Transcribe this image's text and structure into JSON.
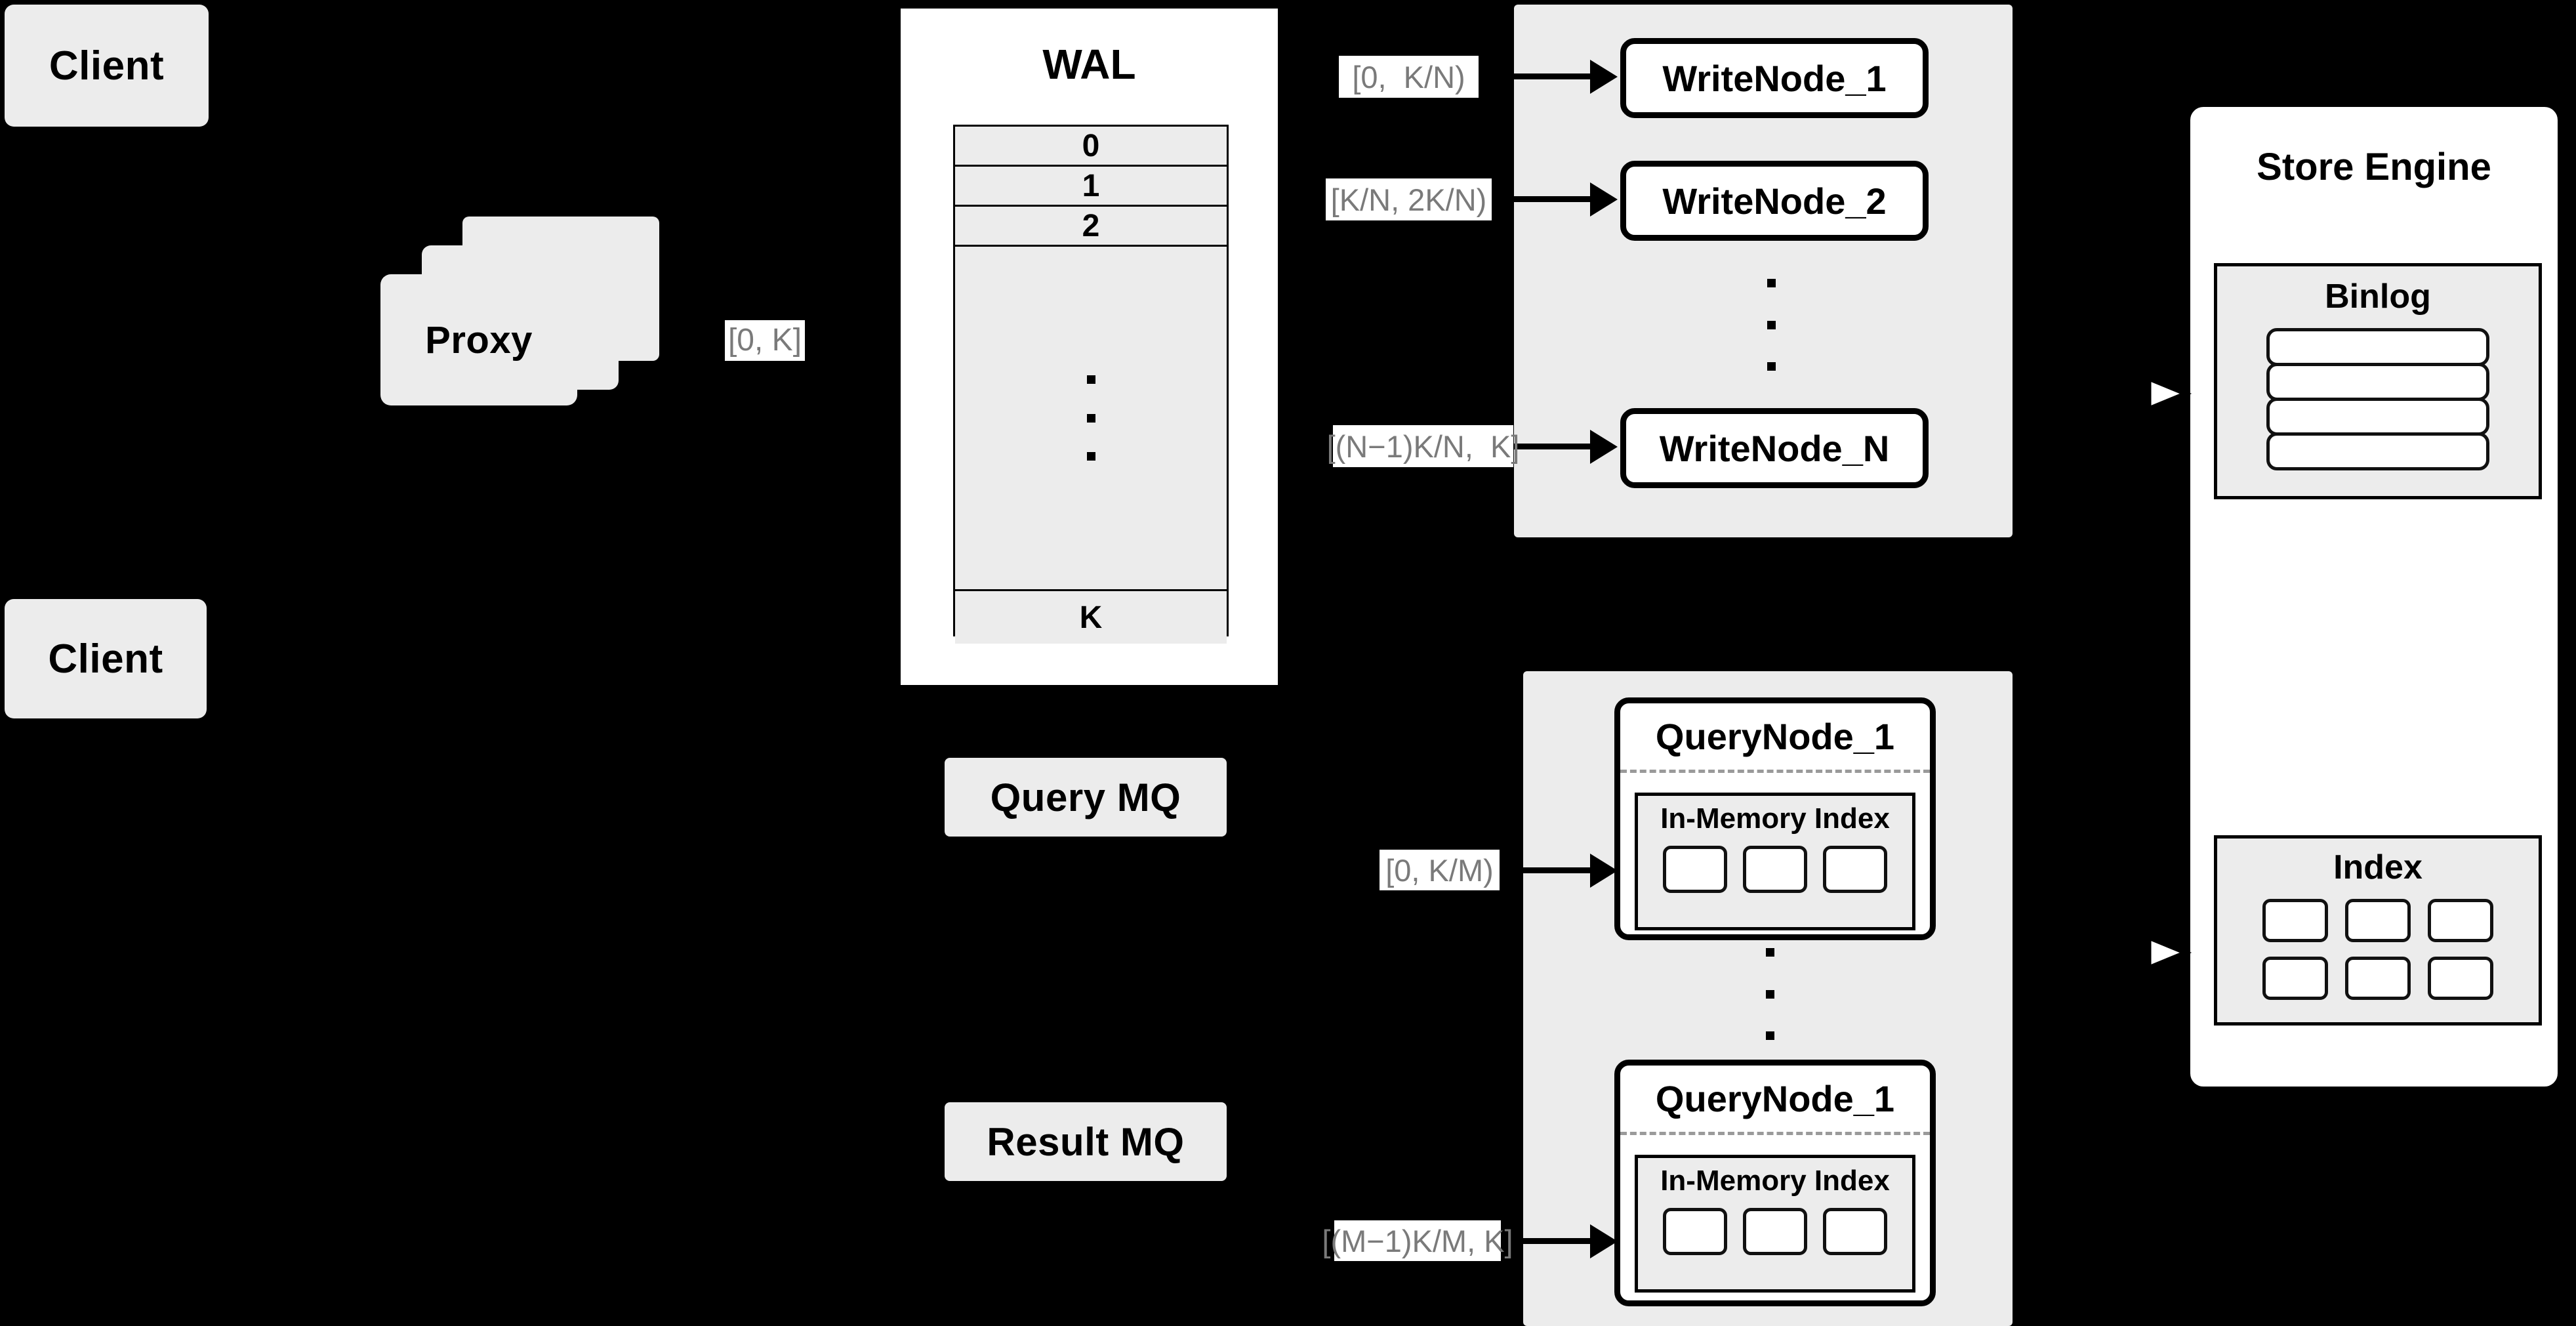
{
  "diagram": {
    "title": "Distributed write/query architecture",
    "background_color": "#000000",
    "node_fill": "#ececec",
    "panel_fill": "#ffffff",
    "stroke": "#000000",
    "label_text_color": "#7a7a7a"
  },
  "clients": [
    {
      "label": "Client"
    },
    {
      "label": "Client"
    }
  ],
  "proxy": {
    "label": "Proxy",
    "stack_count": 3
  },
  "labels": {
    "proxy_to_wal": "[0, K]",
    "wal_to_write_1": "[0,  K/N)",
    "wal_to_write_2": "[K/N, 2K/N)",
    "wal_to_write_n": "[(N−1)K/N,  K]",
    "mq_to_query_1": "[0, K/M)",
    "mq_to_query_m": "[(M−1)K/M, K]"
  },
  "wal": {
    "title": "WAL",
    "rows": [
      "0",
      "1",
      "2",
      "···",
      "K"
    ],
    "ellipsis_row_index": 3
  },
  "write_group": {
    "nodes": [
      {
        "label": "WriteNode_1"
      },
      {
        "label": "WriteNode_2"
      },
      {
        "label": "WriteNode_N"
      }
    ],
    "ellipsis": "···"
  },
  "message_queues": [
    {
      "label": "Query MQ"
    },
    {
      "label": "Result MQ"
    }
  ],
  "query_group": {
    "nodes": [
      {
        "label": "QueryNode_1",
        "inner": {
          "title": "In-Memory Index",
          "chip_count": 3
        }
      },
      {
        "label": "QueryNode_1",
        "inner": {
          "title": "In-Memory Index",
          "chip_count": 3
        }
      }
    ],
    "ellipsis": "···"
  },
  "store_engine": {
    "title": "Store Engine",
    "binlog": {
      "title": "Binlog",
      "bar_count": 4
    },
    "index": {
      "title": "Index",
      "rows": 2,
      "cols": 3,
      "chip_count": 6
    }
  }
}
